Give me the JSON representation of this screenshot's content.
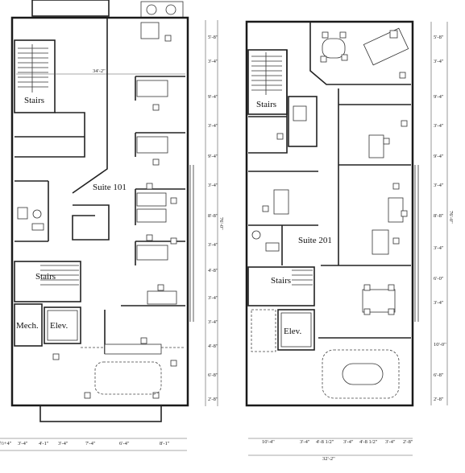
{
  "left_plan": {
    "suite_label": "Suite 101",
    "labels": {
      "stairs_upper": "Stairs",
      "stairs_lower": "Stairs",
      "mech": "Mech.",
      "elev": "Elev."
    },
    "top_dim": "34'-2\"",
    "right_dims": [
      "5'-8\"",
      "3'-4\"",
      "9'-4\"",
      "3'-4\"",
      "9'-4\"",
      "3'-4\"",
      "8'-8\"",
      "3'-4\"",
      "4'-8\"",
      "3'-4\"",
      "3'-4\"",
      "4'-8\"",
      "6'-8\"",
      "2'-8\""
    ],
    "overall_vertical": "76'-0\"",
    "bottom_dims": [
      "3'-4\"",
      "4'-1\"",
      "3'-4\"",
      "7'-4\"",
      "6'-4\"",
      "8'-1\""
    ],
    "bottom_first": "½+4\""
  },
  "right_plan": {
    "suite_label": "Suite 201",
    "labels": {
      "stairs_upper": "Stairs",
      "stairs_lower": "Stairs",
      "elev": "Elev."
    },
    "right_dims": [
      "5'-8\"",
      "3'-4\"",
      "9'-4\"",
      "3'-4\"",
      "9'-4\"",
      "3'-4\"",
      "8'-8\"",
      "3'-4\"",
      "6'-0\"",
      "3'-4\"",
      "10'-0\"",
      "6'-8\"",
      "2'-8\""
    ],
    "overall_vertical": "76'-0\"",
    "bottom_dims": [
      "10'-4\"",
      "3'-4\"",
      "4'-8 1/2\"",
      "3'-4\"",
      "4'-8 1/2\"",
      "3'-4\"",
      "2'-8\""
    ],
    "overall_horizontal": "32'-2\""
  }
}
